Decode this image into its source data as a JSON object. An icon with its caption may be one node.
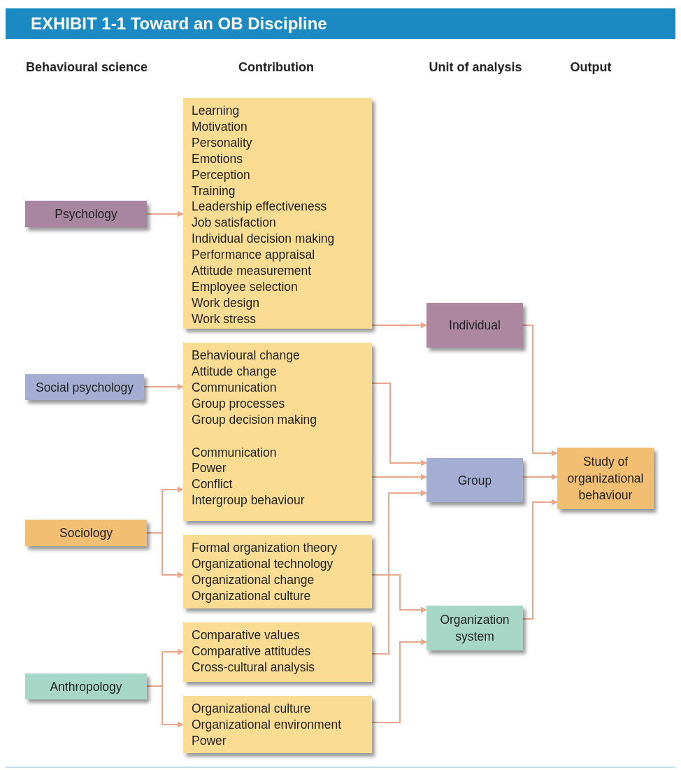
{
  "diagram": {
    "title": "EXHIBIT 1-1 Toward an OB Discipline",
    "nodes": [
      {
        "text": [
          "Psychology"
        ]
      },
      {
        "text": [
          "Learning",
          "Motivation",
          "Personality",
          "Emotions",
          "Perception",
          "Training",
          "Leadership effectiveness",
          "Job satisfaction",
          "Individual decision making",
          "Performance appraisal",
          "Attitude measurement",
          "Employee selection",
          "Work design",
          "Work stress"
        ]
      },
      {
        "text": [
          "Social psychology"
        ]
      },
      {
        "text": [
          "Behavioural change",
          "Attitude change",
          "Communication",
          "Group processes",
          "Group decision making",
          "Communication",
          "Power",
          "Conflict",
          "Intergroup behaviour"
        ]
      },
      {
        "text": [
          "Sociology"
        ]
      },
      {
        "text": [
          "Formal organization theory",
          "Organizational technology",
          "Organizational change",
          "Organizational culture"
        ]
      },
      {
        "text": [
          "Anthropology"
        ]
      },
      {
        "text": [
          "Comparative values",
          "Comparative attitudes",
          "Cross-cultural analysis"
        ]
      },
      {
        "text": [
          "Organizational culture",
          "Organizational environment",
          "Power"
        ]
      },
      {
        "text": [
          "Individual"
        ]
      },
      {
        "text": [
          "Group"
        ]
      },
      {
        "text": [
          "Organization system"
        ]
      },
      {
        "text": [
          "Study of organizational behaviour"
        ]
      }
    ],
    "edges": [
      {
        "from": 0,
        "to": 1,
        "arrow": "to"
      },
      {
        "from": 2,
        "to": 3,
        "arrow": "to"
      },
      {
        "from": 4,
        "to": 3,
        "arrow": "to"
      },
      {
        "from": 4,
        "to": 5,
        "arrow": "to"
      },
      {
        "from": 6,
        "to": 7,
        "arrow": "to"
      },
      {
        "from": 6,
        "to": 8,
        "arrow": "to"
      },
      {
        "from": 1,
        "to": 9,
        "arrow": "to"
      },
      {
        "from": 3,
        "to": 10,
        "arrow": "to"
      },
      {
        "from": 3,
        "to": 10,
        "arrow": "to"
      },
      {
        "from": 7,
        "to": 10,
        "arrow": "to"
      },
      {
        "from": 5,
        "to": 11,
        "arrow": "to"
      },
      {
        "from": 8,
        "to": 11,
        "arrow": "to"
      },
      {
        "from": 9,
        "to": 12,
        "arrow": "to"
      },
      {
        "from": 10,
        "to": 12,
        "arrow": "to"
      },
      {
        "from": 11,
        "to": 12,
        "arrow": "to"
      }
    ],
    "labels": [
      "Behavioural science",
      "Contribution",
      "Unit of analysis",
      "Output"
    ]
  }
}
